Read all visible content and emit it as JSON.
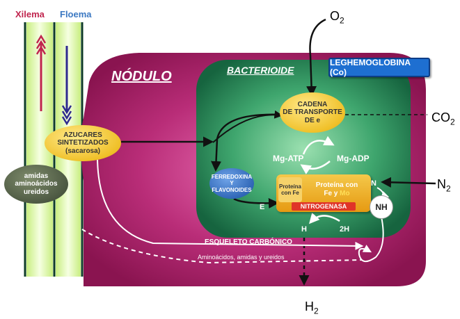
{
  "labels": {
    "xylem": "Xilema",
    "phloem": "Floema",
    "nodule": "NÓDULO",
    "bacteroid": "BACTERIOIDE",
    "o2_base": "O",
    "o2_sub": "2",
    "co2_base": "CO",
    "co2_sub": "2",
    "n2_base": "N",
    "n2_sub": "2",
    "h2_base": "H",
    "h2_sub": "2",
    "leghemoglobin": "LEGHEMOGLOBINA (Co)",
    "cadena_1": "CADENA",
    "cadena_2": "DE TRANSPORTE",
    "cadena_3": "DE e",
    "azucares_1": "AZUCARES",
    "azucares_2": "SINTETIZADOS",
    "azucares_3": "(sacarosa)",
    "ferredoxina_1": "FERREDOXINA",
    "ferredoxina_2": "Y",
    "ferredoxina_3": "FLAVONOIDES",
    "mg_atp": "Mg-ATP",
    "mg_adp": "Mg-ADP",
    "proteina_fe_1": "Proteína",
    "proteina_fe_2": "con Fe",
    "proteina_femo_1": "Proteína con",
    "proteina_femo_2a": "Fe y ",
    "proteina_femo_2b": "Mo",
    "nitrogenasa": "NITROGENASA",
    "e": "E",
    "n": "N",
    "nh": "NH",
    "h": "H",
    "two_h": "2H",
    "amidas_1": "amidas",
    "amidas_2": "aminoácidos",
    "amidas_3": "ureidos",
    "esqueleto": "ESQUELETO CARBÓNICO",
    "aminoacidos": "Aminoácidos, amidas y ureidos"
  },
  "colors": {
    "nodule": "#9b1a5e",
    "bacteroid": "#1e7a52",
    "xylem": "#c0254e",
    "phloem": "#3b78c2",
    "vessel": "#dff5b0",
    "ellipse_yellow": "#f0c12a",
    "ellipse_blue": "#2c63b4",
    "ellipse_gray": "#4a5640",
    "leghemoglobin": "#1e6fd1",
    "nitrogenase_tag": "#e03428"
  }
}
